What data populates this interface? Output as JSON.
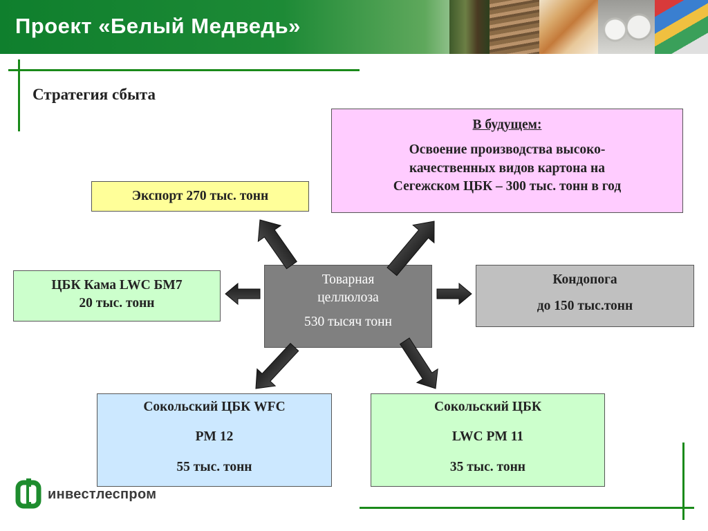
{
  "header": {
    "title": "Проект «Белый Медведь»"
  },
  "subtitle": "Стратегия сбыта",
  "center": {
    "line1": "Товарная",
    "line2": "целлюлоза",
    "value": "530 тысяч тонн"
  },
  "future": {
    "heading": "В будущем:",
    "line1": "Освоение производства высоко-",
    "line2": "качественных видов картона на",
    "line3": "Сегежском ЦБК – 300 тыс. тонн в год"
  },
  "export": {
    "text": "Экспорт 270 тыс. тонн"
  },
  "kama": {
    "line1": "ЦБК Кама LWC БМ7",
    "line2": "20 тыс. тонн"
  },
  "kondopoga": {
    "line1": "Кондопога",
    "line2": "до 150 тыс.тонн"
  },
  "sokol_wfc": {
    "line1": "Сокольский ЦБК WFC",
    "line2": "PM 12",
    "line3": "55 тыс. тонн"
  },
  "sokol_lwc": {
    "line1": "Сокольский ЦБК",
    "line2": "LWC PM 11",
    "line3": "35 тыс. тонн"
  },
  "logo": {
    "text": "инвестлеспром"
  },
  "colors": {
    "header_green": "#0f7f2d",
    "pink": "#ffccff",
    "yellow": "#ffff99",
    "light_green": "#ccffcc",
    "light_blue": "#cce8ff",
    "gray_box": "#c0c0c0",
    "center_box": "#808080"
  }
}
